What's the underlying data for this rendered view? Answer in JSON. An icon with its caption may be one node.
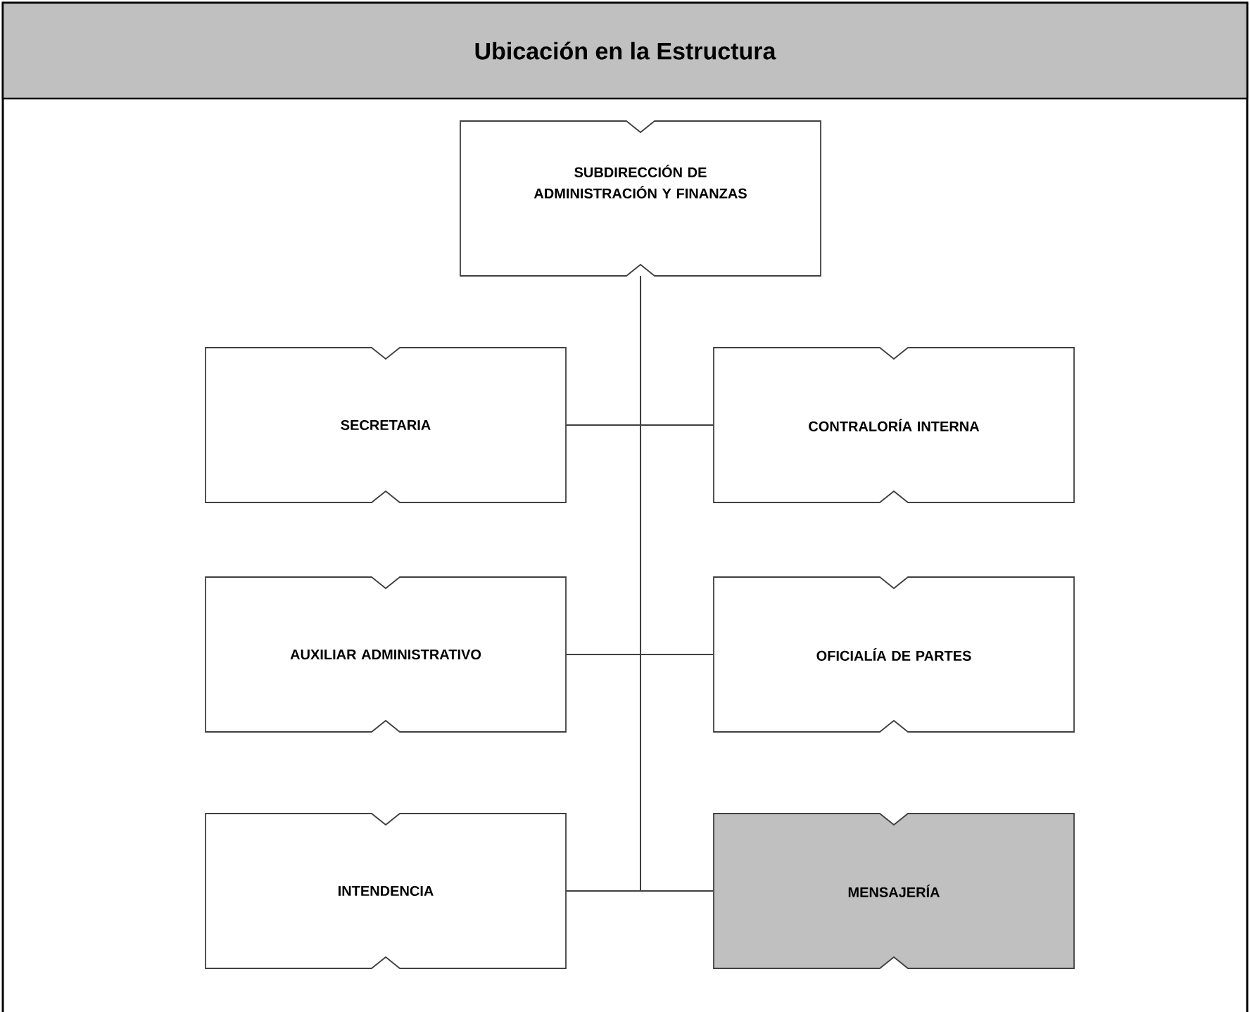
{
  "diagram": {
    "title": "Ubicación en la Estructura",
    "nodes": [
      {
        "text": [
          "SUBDIRECCIÓN DE ADMINISTRACIÓN Y FINANZAS"
        ]
      },
      {
        "text": [
          "SECRETARIA"
        ]
      },
      {
        "text": [
          "CONTRALORÍA INTERNA"
        ]
      },
      {
        "text": [
          "AUXILIAR ADMINISTRATIVO"
        ]
      },
      {
        "text": [
          "OFICIALÍA DE PARTES"
        ]
      },
      {
        "text": [
          "INTENDENCIA"
        ]
      },
      {
        "text": [
          "MENSAJERÍA"
        ]
      }
    ],
    "edges": [
      {
        "from": 0,
        "to": 1,
        "arrow": "none"
      },
      {
        "from": 0,
        "to": 2,
        "arrow": "none"
      },
      {
        "from": 0,
        "to": 3,
        "arrow": "none"
      },
      {
        "from": 0,
        "to": 4,
        "arrow": "none"
      },
      {
        "from": 0,
        "to": 5,
        "arrow": "none"
      },
      {
        "from": 0,
        "to": 6,
        "arrow": "none"
      }
    ]
  }
}
